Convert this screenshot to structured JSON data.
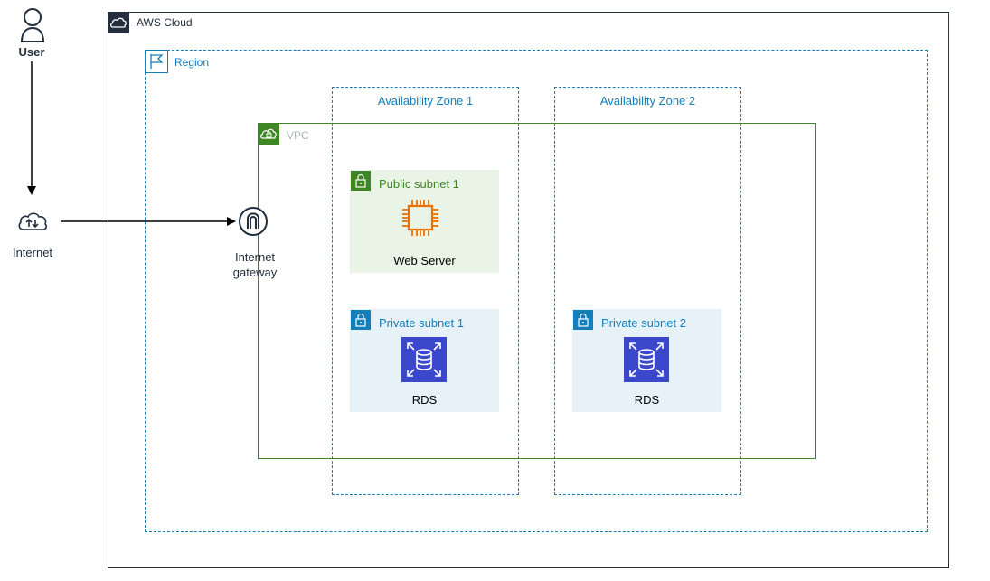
{
  "user": {
    "label": "User"
  },
  "internet": {
    "label": "Internet"
  },
  "aws_cloud": {
    "label": "AWS Cloud"
  },
  "region": {
    "label": "Region"
  },
  "availability_zones": [
    {
      "label": "Availability Zone 1"
    },
    {
      "label": "Availability Zone 2"
    }
  ],
  "vpc": {
    "label": "VPC"
  },
  "internet_gateway": {
    "label_line1": "Internet",
    "label_line2": "gateway"
  },
  "subnets": {
    "public_1": {
      "label": "Public subnet 1",
      "resource": "Web Server",
      "icon": "ec2-instance-icon"
    },
    "private_1": {
      "label": "Private subnet 1",
      "resource": "RDS",
      "icon": "rds-icon"
    },
    "private_2": {
      "label": "Private subnet 2",
      "resource": "RDS",
      "icon": "rds-icon"
    }
  },
  "colors": {
    "dark": "#232f3e",
    "region_blue": "#147eba",
    "vpc_green": "#3f8624",
    "ec2_orange": "#ed7100",
    "rds_blue": "#3b48cc"
  }
}
